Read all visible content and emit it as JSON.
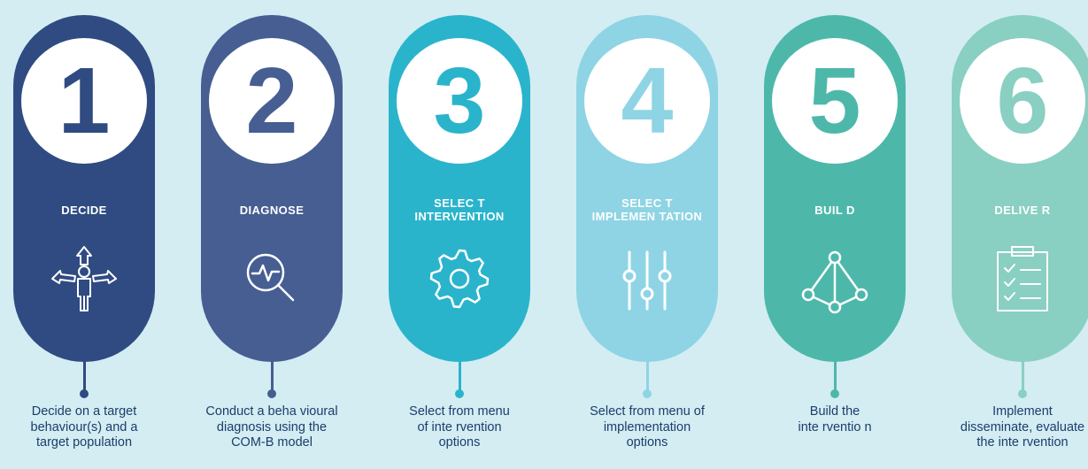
{
  "colors": {
    "background": "#d3edf3",
    "step1": "#2f4b82",
    "step2": "#465e92",
    "step3": "#2ab4cc",
    "step4": "#8ed4e4",
    "step5": "#4db8aa",
    "step6": "#89cfc2",
    "text": "#1c3d6a"
  },
  "steps": [
    {
      "number": "1",
      "title": [
        "DECIDE"
      ],
      "icon": "person-crossroads-arrows-icon",
      "description": "Decide on a target\nbehaviour(s) and a\ntarget population"
    },
    {
      "number": "2",
      "title": [
        "DIAGNOSE"
      ],
      "icon": "magnifier-pulse-icon",
      "description": "Conduct a beha vioural\ndiagnosis using the\nCOM-B model"
    },
    {
      "number": "3",
      "title": [
        "SELEC T",
        "INTERVENTION"
      ],
      "icon": "gear-icon",
      "description": "Select from menu\nof inte rvention\noptions"
    },
    {
      "number": "4",
      "title": [
        "SELEC T",
        "IMPLEMEN TATION"
      ],
      "icon": "sliders-icon",
      "description": "Select from menu of\nimplementation\noptions"
    },
    {
      "number": "5",
      "title": [
        "BUIL D"
      ],
      "icon": "network-nodes-icon",
      "description": "Build the\ninte rventio n"
    },
    {
      "number": "6",
      "title": [
        "DELIVE R"
      ],
      "icon": "clipboard-checklist-icon",
      "description": "Implement\ndisseminate, evaluate\nthe inte rvention"
    }
  ]
}
